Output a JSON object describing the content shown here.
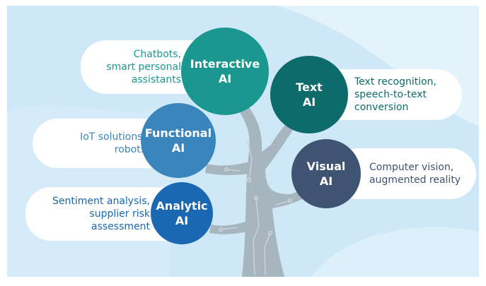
{
  "colors": {
    "background": "#cfe8f8",
    "background_light": "#e3f2fb",
    "tree": "#a7b5be",
    "circuit": "#c7d2d9",
    "interactive": "#1a9890",
    "text": "#0d6c6b",
    "functional": "#3b85bd",
    "visual": "#3e5472",
    "analytic": "#1a67b2",
    "desc_teal": "#1a9890",
    "desc_dark_teal": "#0d6c6b",
    "desc_blue": "#3b85bd",
    "desc_slate": "#3e5472",
    "desc_navy": "#1a67b2"
  },
  "nodes": [
    {
      "id": "interactive",
      "title_lines": [
        "Interactive",
        "AI"
      ],
      "description_lines": [
        "Chatbots,",
        "smart personal",
        "assistants"
      ]
    },
    {
      "id": "text",
      "title_lines": [
        "Text",
        "AI"
      ],
      "description_lines": [
        "Text recognition,",
        "speech-to-text",
        "conversion"
      ]
    },
    {
      "id": "functional",
      "title_lines": [
        "Functional",
        "AI"
      ],
      "description_lines": [
        "IoT solutions,",
        "robots"
      ]
    },
    {
      "id": "visual",
      "title_lines": [
        "Visual",
        "AI"
      ],
      "description_lines": [
        "Computer vision,",
        "augmented reality"
      ]
    },
    {
      "id": "analytic",
      "title_lines": [
        "Analytic",
        "AI"
      ],
      "description_lines": [
        "Sentiment analysis,",
        "supplier risk",
        "assessment"
      ]
    }
  ]
}
